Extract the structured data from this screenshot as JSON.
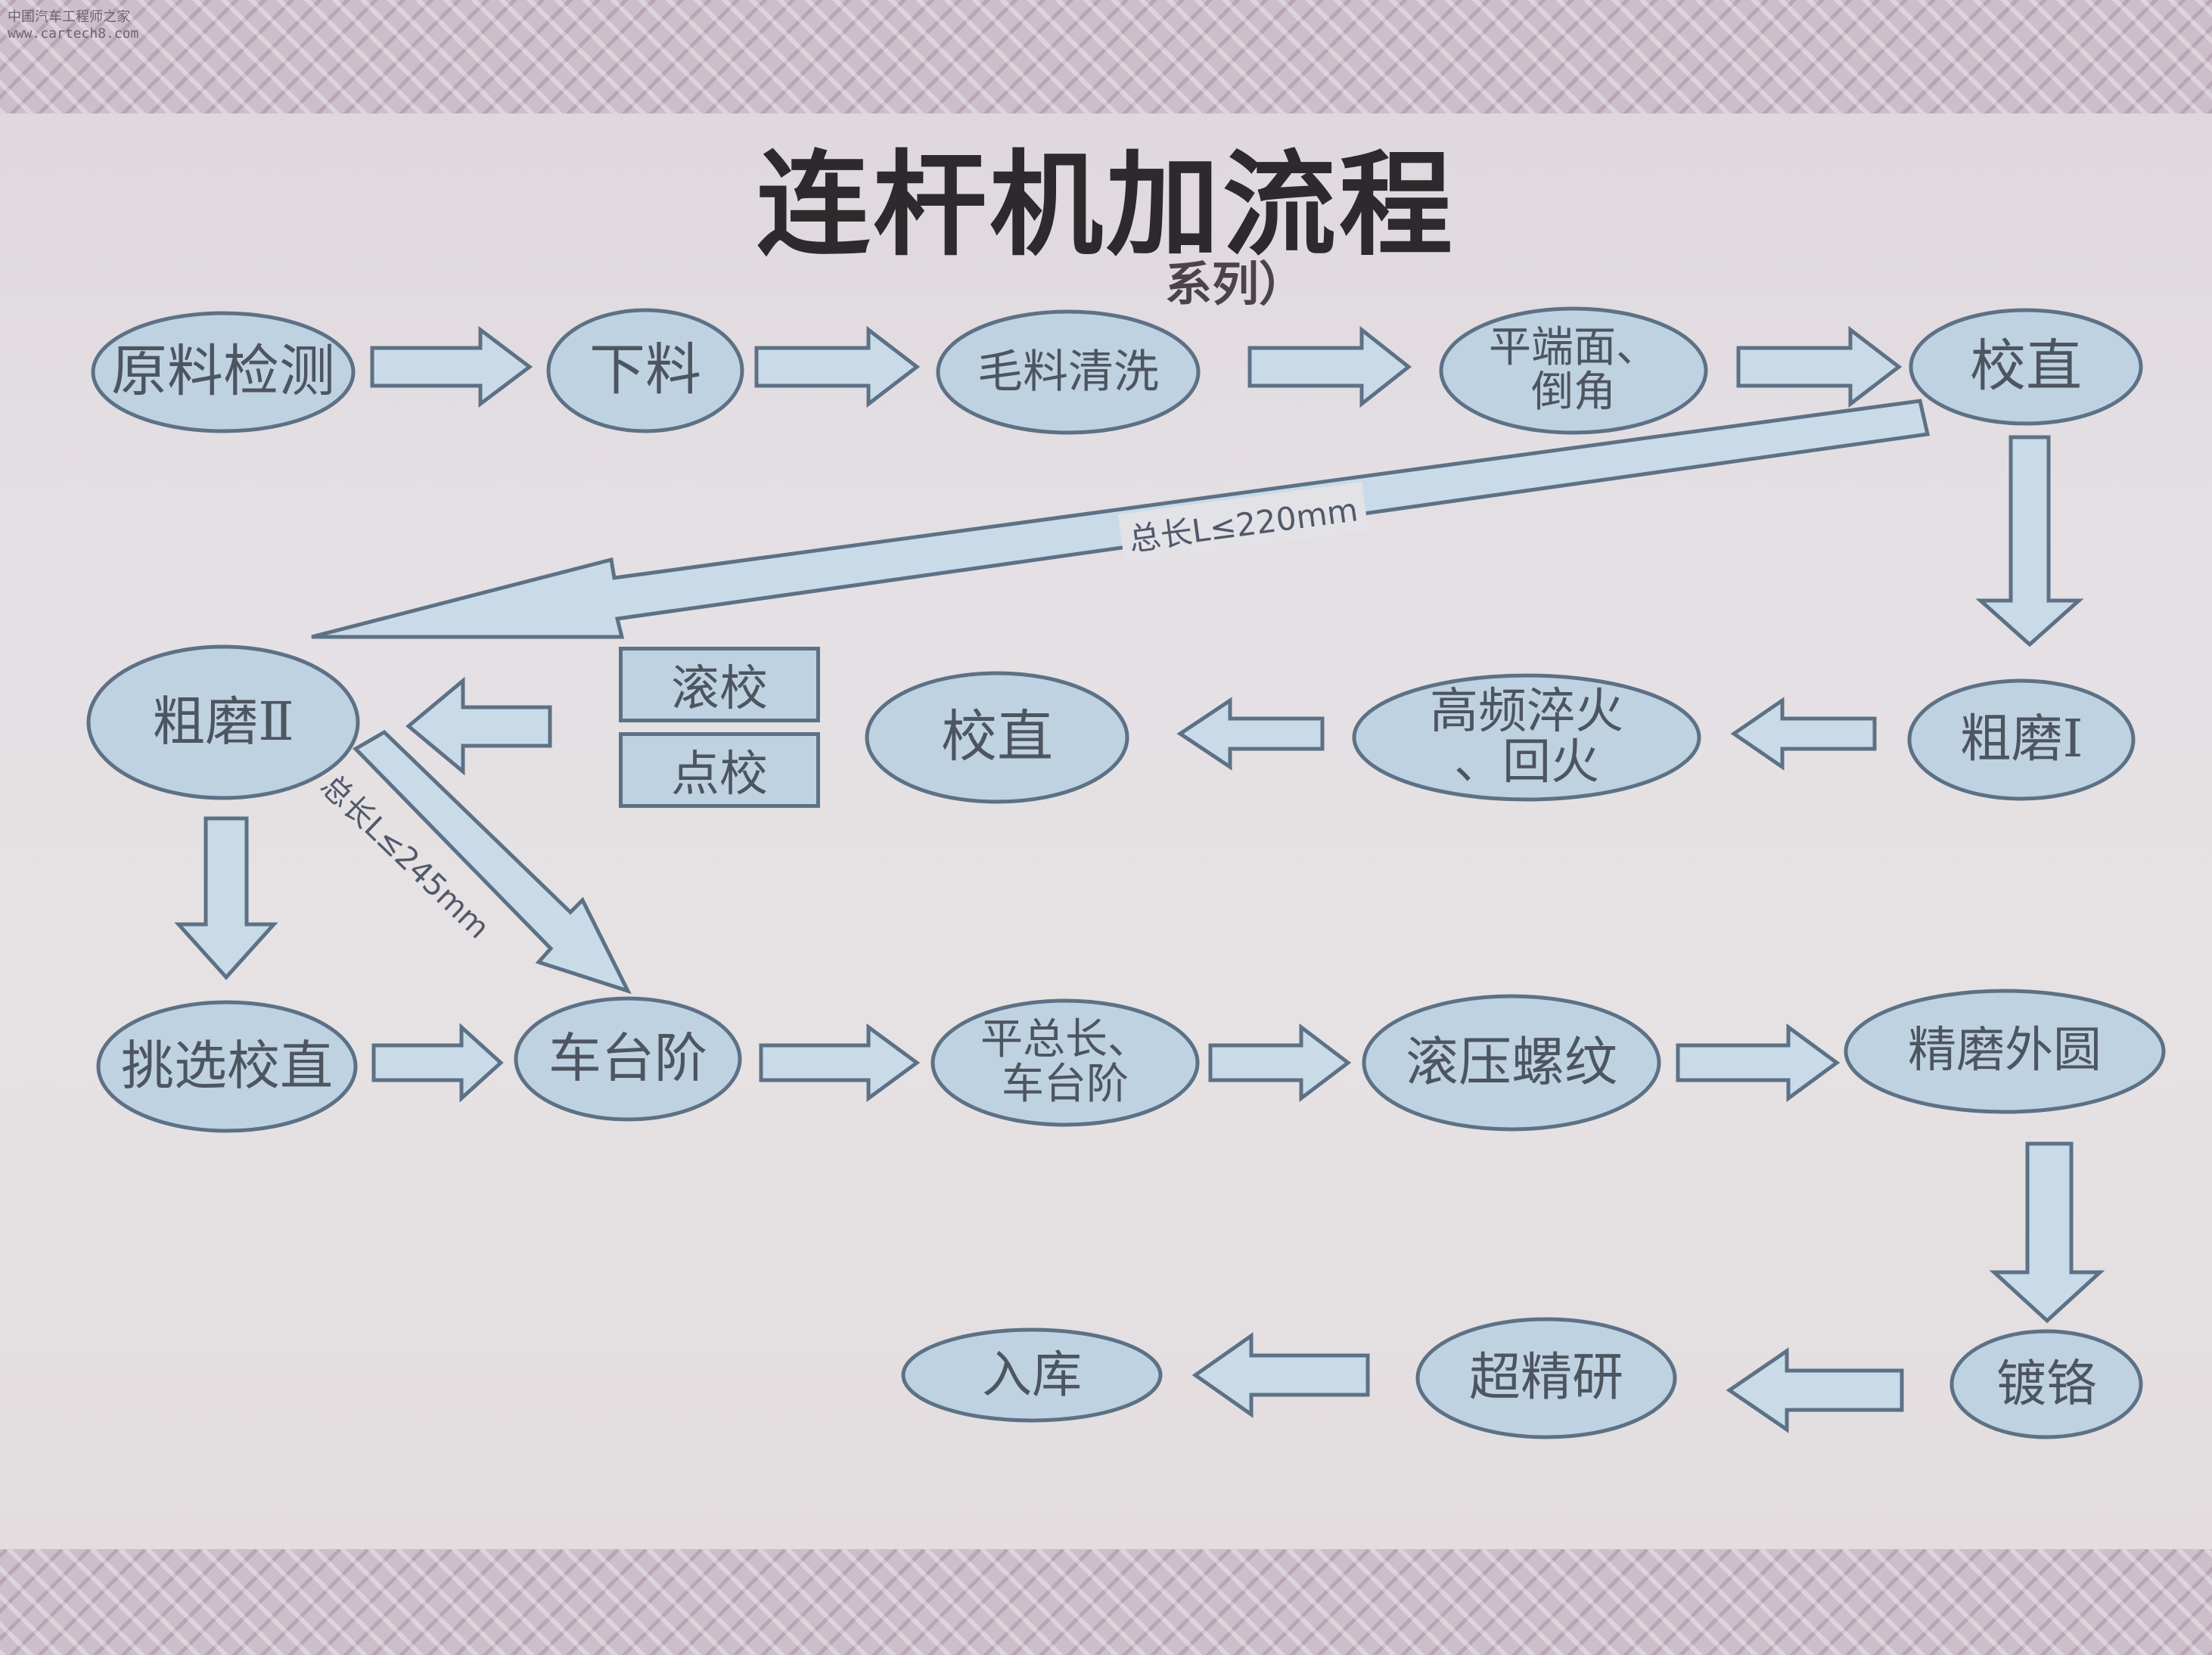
{
  "watermark": "中国汽车工程师之家\nwww.cartech8.com",
  "title": "连杆机加流程",
  "subtitle": "系列）",
  "nodes": {
    "n1": "原料检测",
    "n2": "下料",
    "n3": "毛料清洗",
    "n4": "平端面、\n倒角",
    "n5": "校直",
    "n6": "粗磨Ⅰ",
    "n7": "高频淬火\n、回火",
    "n8": "校直",
    "n9": "粗磨Ⅱ",
    "n10": "挑选校直",
    "n11": "车台阶",
    "n12": "平总长、\n车台阶",
    "n13": "滚压螺纹",
    "n14": "精磨外圆",
    "n15": "镀铬",
    "n16": "超精研",
    "n17": "入库"
  },
  "boxes": {
    "roll": "滚校",
    "point": "点校"
  },
  "labels": {
    "long_220": "总长L≤220mm",
    "long_245": "总长L≤245mm"
  },
  "colors": {
    "fill": "#bfd2e2",
    "stroke": "#5d7186",
    "arrow_fill": "#c9dbe8",
    "text": "#4d5561"
  }
}
